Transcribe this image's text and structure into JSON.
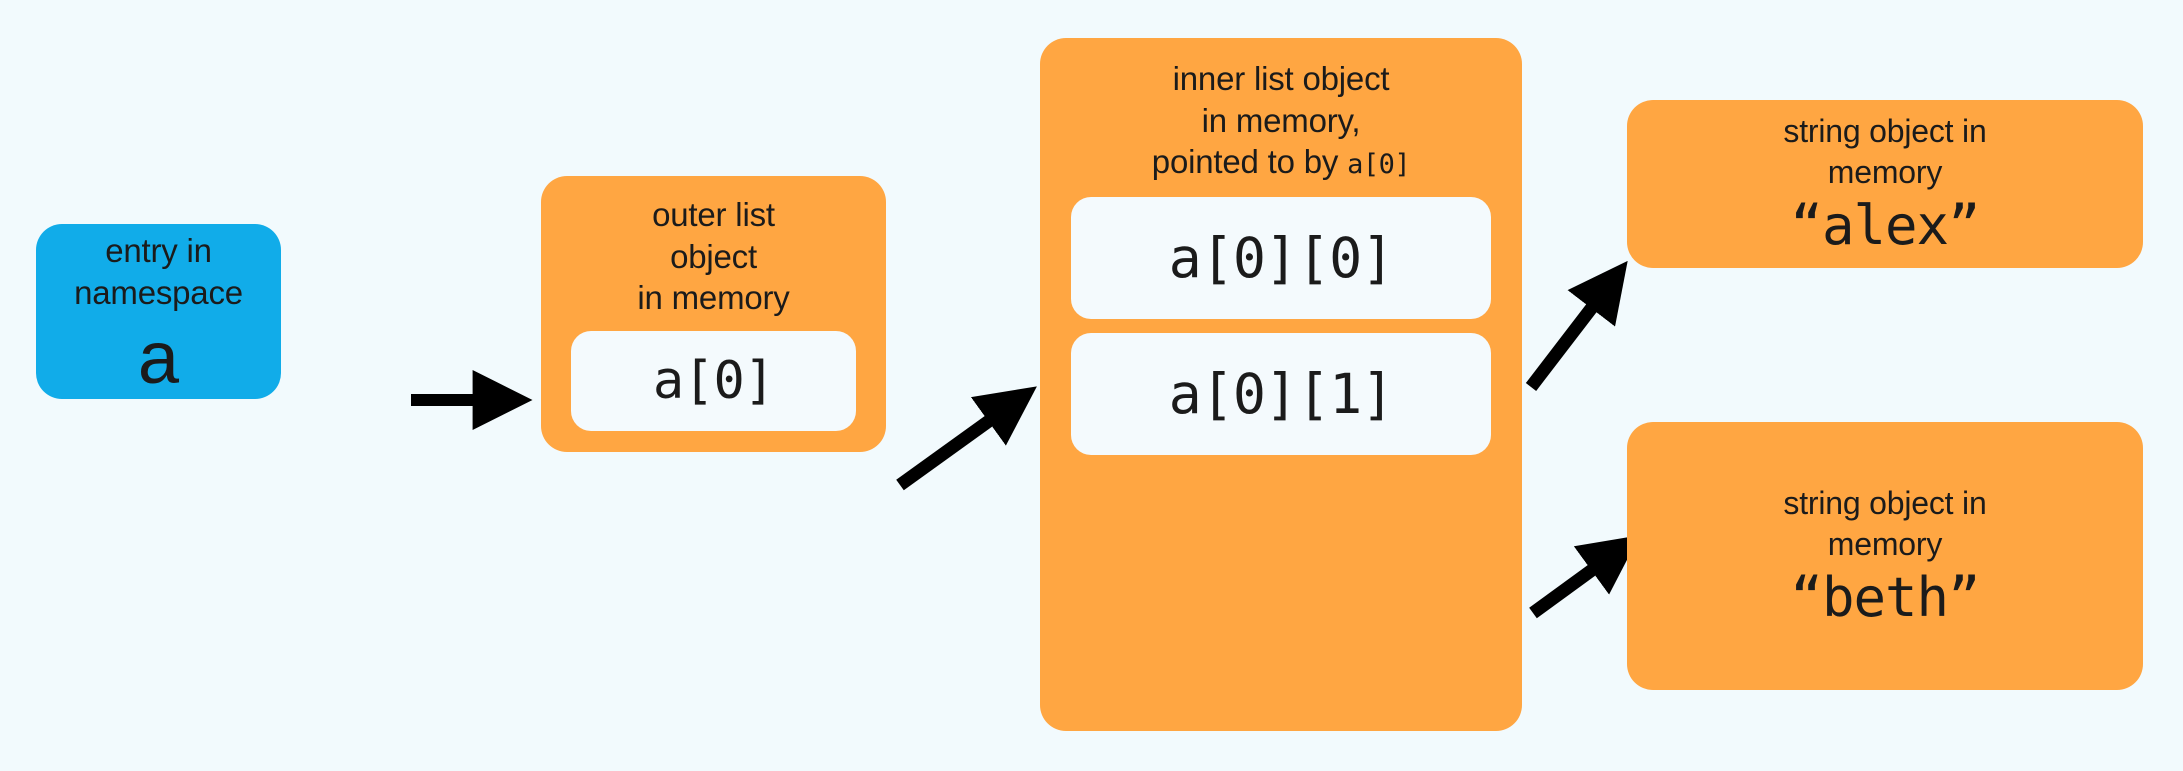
{
  "diagram": {
    "title": "python nested list memory reference diagram",
    "background_color": "#f2fafd",
    "colors": {
      "namespace": "#11ace9",
      "object": "#ffa642",
      "slot": "#f4fafd",
      "text": "#1b1b1b",
      "arrow": "#000000"
    }
  },
  "namespace_node": {
    "caption_line1": "entry in",
    "caption_line2": "namespace",
    "variable": "a"
  },
  "outer_list_node": {
    "caption_line1": "outer list",
    "caption_line2": "object",
    "caption_line3": "in memory",
    "slots": [
      {
        "label": "a[0]"
      }
    ]
  },
  "inner_list_node": {
    "caption_line1": "inner list object",
    "caption_line2": "in memory,",
    "caption_line3_prefix": "pointed to by ",
    "caption_line3_code": "a[0]",
    "slots": [
      {
        "label": "a[0][0]"
      },
      {
        "label": "a[0][1]"
      }
    ]
  },
  "string_nodes": [
    {
      "caption_line1": "string object in",
      "caption_line2": "memory",
      "value": "“alex”"
    },
    {
      "caption_line1": "string object in",
      "caption_line2": "memory",
      "value": "“beth”"
    }
  ],
  "arrows": [
    {
      "name": "namespace-to-outer-list",
      "from": "entry in namespace a",
      "to": "outer list object"
    },
    {
      "name": "outer-slot-to-inner-list",
      "from": "a[0]",
      "to": "inner list object"
    },
    {
      "name": "inner-slot0-to-string-alex",
      "from": "a[0][0]",
      "to": "“alex”"
    },
    {
      "name": "inner-slot1-to-string-beth",
      "from": "a[0][1]",
      "to": "“beth”"
    }
  ]
}
